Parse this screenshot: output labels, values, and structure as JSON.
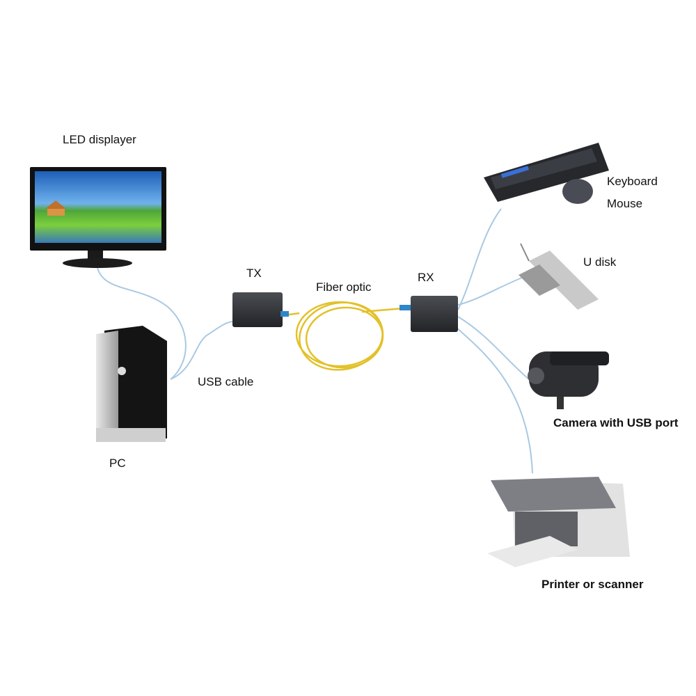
{
  "labels": {
    "led_displayer": "LED displayer",
    "pc": "PC",
    "usb_cable": "USB cable",
    "tx": "TX",
    "fiber_optic": "Fiber optic",
    "rx": "RX",
    "keyboard": "Keyboard",
    "mouse": "Mouse",
    "u_disk": "U disk",
    "camera": "Camera with USB port",
    "printer": "Printer or scanner"
  },
  "colors": {
    "usb_cable": "#a9c9e2",
    "fiber": "#e2c12a",
    "device_dark": "#2b2d30"
  }
}
